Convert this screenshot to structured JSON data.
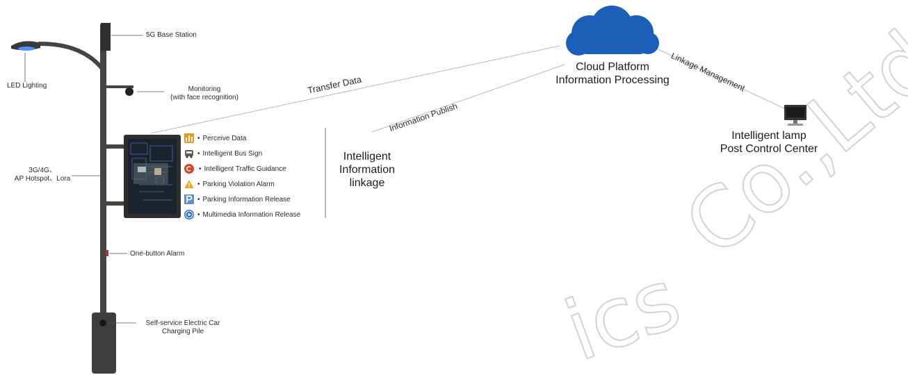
{
  "pole_labels": {
    "base_station": "5G Base Station",
    "led_lighting": "LED Lighting",
    "monitoring_line1": "Monitoring",
    "monitoring_line2": "(with face recognition)",
    "network_line1": "3G/4G、",
    "network_line2": "AP Hotspot、Lora",
    "alarm": "One-button Alarm",
    "charging_line1": "Self-service Electric Car",
    "charging_line2": "Charging Pile"
  },
  "features": [
    {
      "label": "Perceive Data",
      "icon": "bar-chart-icon",
      "color": "#e89a1c"
    },
    {
      "label": "Intelligent Bus Sign",
      "icon": "bus-icon",
      "color": "#555f6b"
    },
    {
      "label": "Intelligent Traffic Guidance",
      "icon": "traffic-guidance-icon",
      "color": "#d9452b"
    },
    {
      "label": "Parking Violation Alarm",
      "icon": "warning-icon",
      "color": "#f1a51d"
    },
    {
      "label": "Parking Information Release",
      "icon": "parking-icon",
      "color": "#5b8fd0"
    },
    {
      "label": "Multimedia Information Release",
      "icon": "play-icon",
      "color": "#2d6fc4"
    }
  ],
  "center": {
    "linkage_line1": "Intelligent",
    "linkage_line2": "Information",
    "linkage_line3": "linkage"
  },
  "connectors": {
    "transfer_data": "Transfer Data",
    "information_publish": "Information Publish",
    "linkage_management": "Linkage Management"
  },
  "cloud": {
    "line1": "Cloud Platform",
    "line2": "Information Processing",
    "color": "#1b5fb8"
  },
  "control_center": {
    "line1": "Intelligent lamp",
    "line2": "Post Control Center"
  },
  "watermark": {
    "text1": "ics",
    "text2": "Co.,Ltd"
  }
}
